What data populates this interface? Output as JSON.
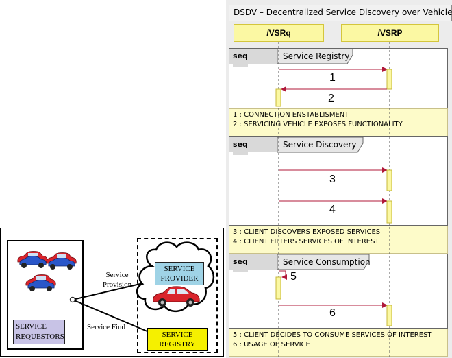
{
  "left_diagram": {
    "requestors_label": "SERVICE REQUESTORS",
    "provider_label": "SERVICE PROVIDER",
    "registry_label": "SERVICE REGISTRY",
    "provision_caption": "Service Provision",
    "find_caption": "Service Find",
    "colors": {
      "requestors": "#c8c3e6",
      "provider": "#9fd3e6",
      "registry": "#f5f000",
      "car_red": "#d9242c",
      "car_blue": "#2a57c9"
    },
    "icons": [
      "car-icon",
      "cloud-icon"
    ]
  },
  "sequence_diagram": {
    "title": "DSDV – Decentralized Service Discovery over Vehicle",
    "lifelines": [
      "/VSRq",
      "/VSRP"
    ],
    "fragments": [
      {
        "tag": "seq",
        "name": "Service Registry",
        "messages": [
          "1",
          "2"
        ],
        "notes": [
          "1 : CONNECTION ENSTABLISMENT",
          "2 : SERVICING VEHICLE EXPOSES FUNCTIONALITY"
        ]
      },
      {
        "tag": "seq",
        "name": "Service Discovery",
        "messages": [
          "3",
          "4"
        ],
        "notes": [
          "3 : CLIENT DISCOVERS EXPOSED SERVICES",
          "4 : CLIENT FILTERS SERVICES OF INTEREST"
        ]
      },
      {
        "tag": "seq",
        "name": "Service Consumption",
        "messages": [
          "5",
          "6"
        ],
        "notes": [
          "5 : CLIENT DECIDES TO CONSUME SERVICES OF INTEREST",
          "6 : USAGE OF SERVICE"
        ]
      }
    ],
    "colors": {
      "lifeline_head": "#fbf8a3",
      "note": "#fdfbc9",
      "activation": "#fbf8a3",
      "arrow": "#b0183a"
    }
  }
}
